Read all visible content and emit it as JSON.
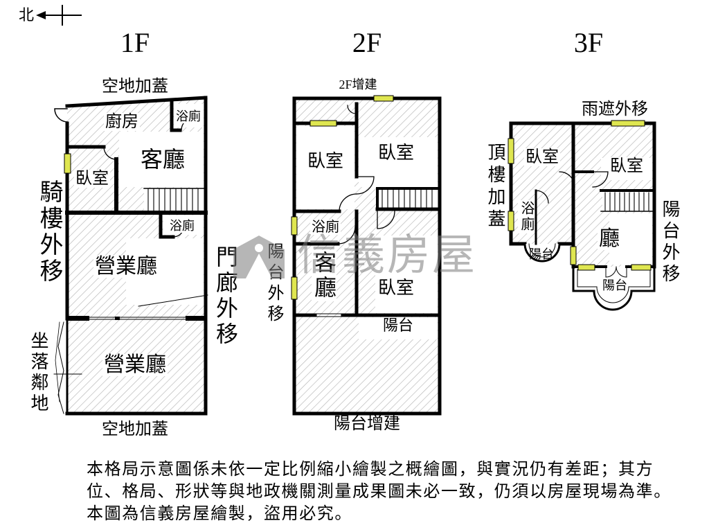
{
  "compass": {
    "north_label": "北"
  },
  "floors": {
    "f1": {
      "title": "1F",
      "top_note": "空地加蓋",
      "kitchen": "廚房",
      "bath_top": "浴廁",
      "living_room": "客廳",
      "bedroom": "臥室",
      "bath_mid": "浴廁",
      "business_hall_upper": "營業廳",
      "business_hall_lower": "營業廳",
      "arcade_note": "騎樓外移",
      "porch_note": "門廊外移",
      "neighbor_note": "坐落鄰地",
      "bottom_note": "空地加蓋"
    },
    "f2": {
      "title": "2F",
      "top_note": "2F增建",
      "bedroom_left": "臥室",
      "bedroom_right": "臥室",
      "bath": "浴廁",
      "living_room": "客廳",
      "bedroom_lower": "臥室",
      "balcony": "陽台",
      "balcony_note": "陽台外移",
      "bottom_note": "陽台增建"
    },
    "f3": {
      "title": "3F",
      "top_note": "雨遮外移",
      "bedroom_left": "臥室",
      "bedroom_right": "臥室",
      "rooftop_note": "頂樓加蓋",
      "bath": "浴廁",
      "balcony_left": "陽台",
      "hall": "廳",
      "balcony_right": "陽台",
      "balcony_note": "陽台外移"
    }
  },
  "watermark": {
    "brand": "信義房屋"
  },
  "disclaimer": {
    "lines": [
      "本格局示意圖係未依一定比例縮小繪製之概繪圖，與實況仍有差距；其方",
      "位、格局、形狀等與地政機關測量成果圖未必一致，仍須以房屋現場為準。",
      "本圖為信義房屋繪製，盜用必究。"
    ]
  },
  "colors": {
    "wall": "#000000",
    "window": "#dfe650",
    "hatch": "#b5b5b5",
    "watermark": "#7c7c7c"
  }
}
